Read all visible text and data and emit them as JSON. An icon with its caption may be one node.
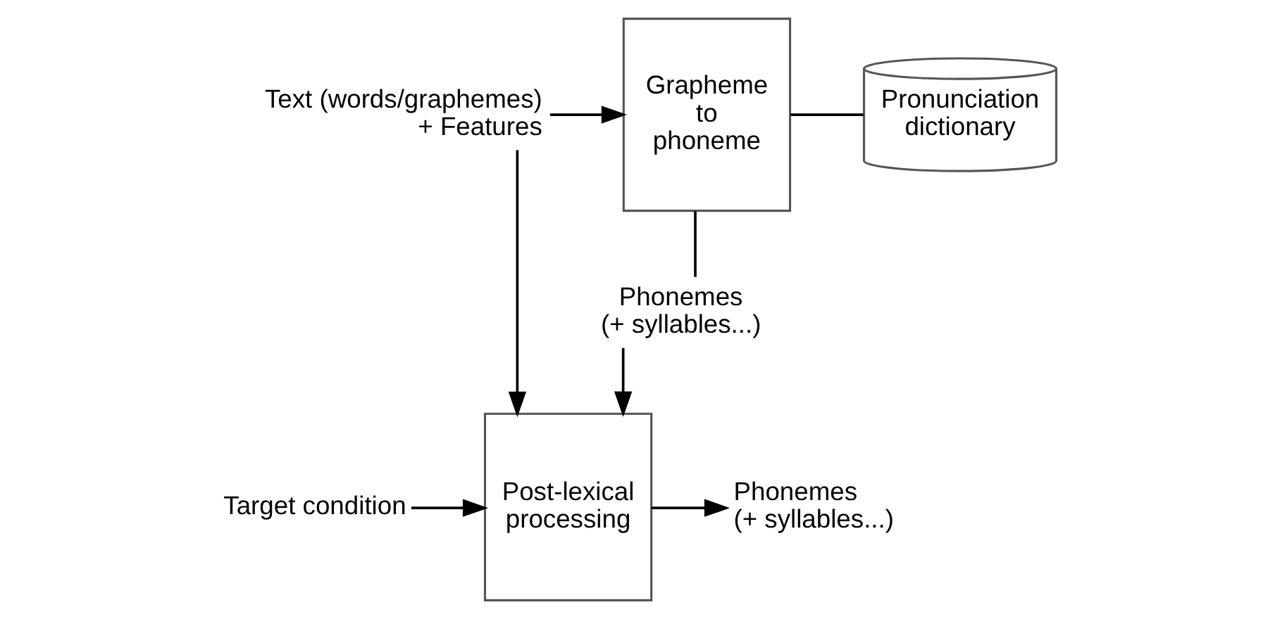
{
  "diagram": {
    "nodes": [
      {
        "text": [
          "Text (words/graphemes) + Features"
        ]
      },
      {
        "text": [
          "Grapheme to phoneme"
        ]
      },
      {
        "text": [
          "Pronunciation dictionary"
        ]
      },
      {
        "text": [
          "Phonemes (+ syllables...)"
        ]
      },
      {
        "text": [
          "Post-lexical processing"
        ]
      },
      {
        "text": [
          "Target condition"
        ]
      },
      {
        "text": [
          "Phonemes (+ syllables...)"
        ]
      }
    ],
    "edges": [
      {
        "from": 0,
        "to": 1,
        "arrow": "to"
      },
      {
        "from": 0,
        "to": 4,
        "arrow": "to"
      },
      {
        "from": 1,
        "to": 2,
        "arrow": "none"
      },
      {
        "from": 1,
        "to": 3,
        "arrow": "none"
      },
      {
        "from": 3,
        "to": 4,
        "arrow": "to"
      },
      {
        "from": 5,
        "to": 4,
        "arrow": "to"
      },
      {
        "from": 4,
        "to": 6,
        "arrow": "to"
      }
    ]
  }
}
